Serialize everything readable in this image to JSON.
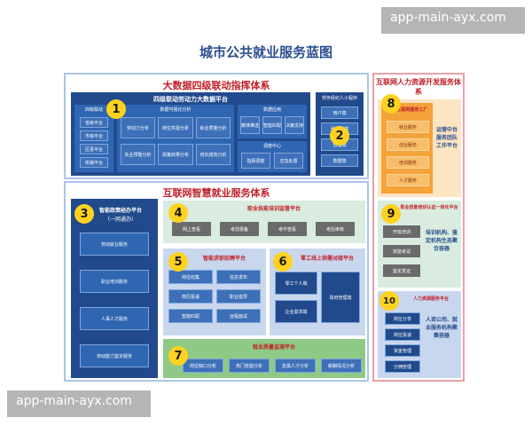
{
  "watermark": "app-main-ayx.com",
  "title": "城市公共就业服务蓝图",
  "big_data": {
    "title": "大数据四级联动指挥体系",
    "badge1": "1",
    "platform_title": "四级联动劳动力大数据平台",
    "left_col_title": "四级联动",
    "left_col_items": [
      "省级平台",
      "市级平台",
      "区县平台",
      "街镇平台"
    ],
    "viz_title": "数据可视化分析",
    "viz_items": [
      "劳动力分析",
      "岗位供需分析",
      "就业质量分析",
      "失业预警分析",
      "政策效果分析",
      "培训成效分析"
    ],
    "app_title": "数据应用",
    "app_items": [
      "精准推送",
      "智能匹配",
      "决策支持"
    ],
    "center_title": "调度中心",
    "center_items": [
      "指挥调度",
      "应急处置"
    ],
    "badge2": "2",
    "mini_title": "劳务经纪人小程序",
    "mini_items": [
      "用户端",
      "经纪人端",
      "管理端",
      "数据端"
    ]
  },
  "internet": {
    "title": "互联网智慧就业服务体系",
    "badge3": "3",
    "left_title": "智能政策经办平台",
    "left_sub": "（一网通办）",
    "left_items": [
      "劳动就业服务",
      "职业培训服务",
      "人事人才服务",
      "劳动能力鉴定服务"
    ],
    "badge4": "4",
    "train_title": "职业技能培训监管平台",
    "train_items": [
      "网上查看",
      "考前报备",
      "考中查看",
      "考后审核"
    ],
    "badge5": "5",
    "job_title": "智能求职招聘平台",
    "job_items": [
      "岗位收集",
      "信息发布",
      "简历投递",
      "职业指导",
      "智能匹配",
      "远程面试"
    ],
    "badge6": "6",
    "temp_title": "零工线上供需对接平台",
    "temp_items": [
      "零工个人端",
      "企业需求端",
      "政府管理端"
    ],
    "badge7": "7",
    "monitor_title": "就业质量监测平台",
    "monitor_items": [
      "岗位缺口分析",
      "热门技能分析",
      "急需人才分析",
      "薪酬情况分析"
    ]
  },
  "hr": {
    "title": "互联网人力资源开发服务体系",
    "badge8": "8",
    "factory_title": "互联网服务工厂",
    "factory_items": [
      "就业服务",
      "创业服务",
      "培训服务",
      "人才服务"
    ],
    "factory_side": "运营中台服务团队工作平台",
    "badge9": "9",
    "cert_title": "职业技能培训认证一体化平台",
    "cert_items": [
      "开班培训",
      "技能考试",
      "鉴定发证"
    ],
    "cert_side": "培训机构、鉴定机构生态聚合容器",
    "badge10": "10",
    "hr_title": "人力资源服务平台",
    "hr_items": [
      "岗位分享",
      "岗位投递",
      "资金管理",
      "分佣管理"
    ],
    "hr_side": "人资公司、就业服务机构聚集容器"
  }
}
